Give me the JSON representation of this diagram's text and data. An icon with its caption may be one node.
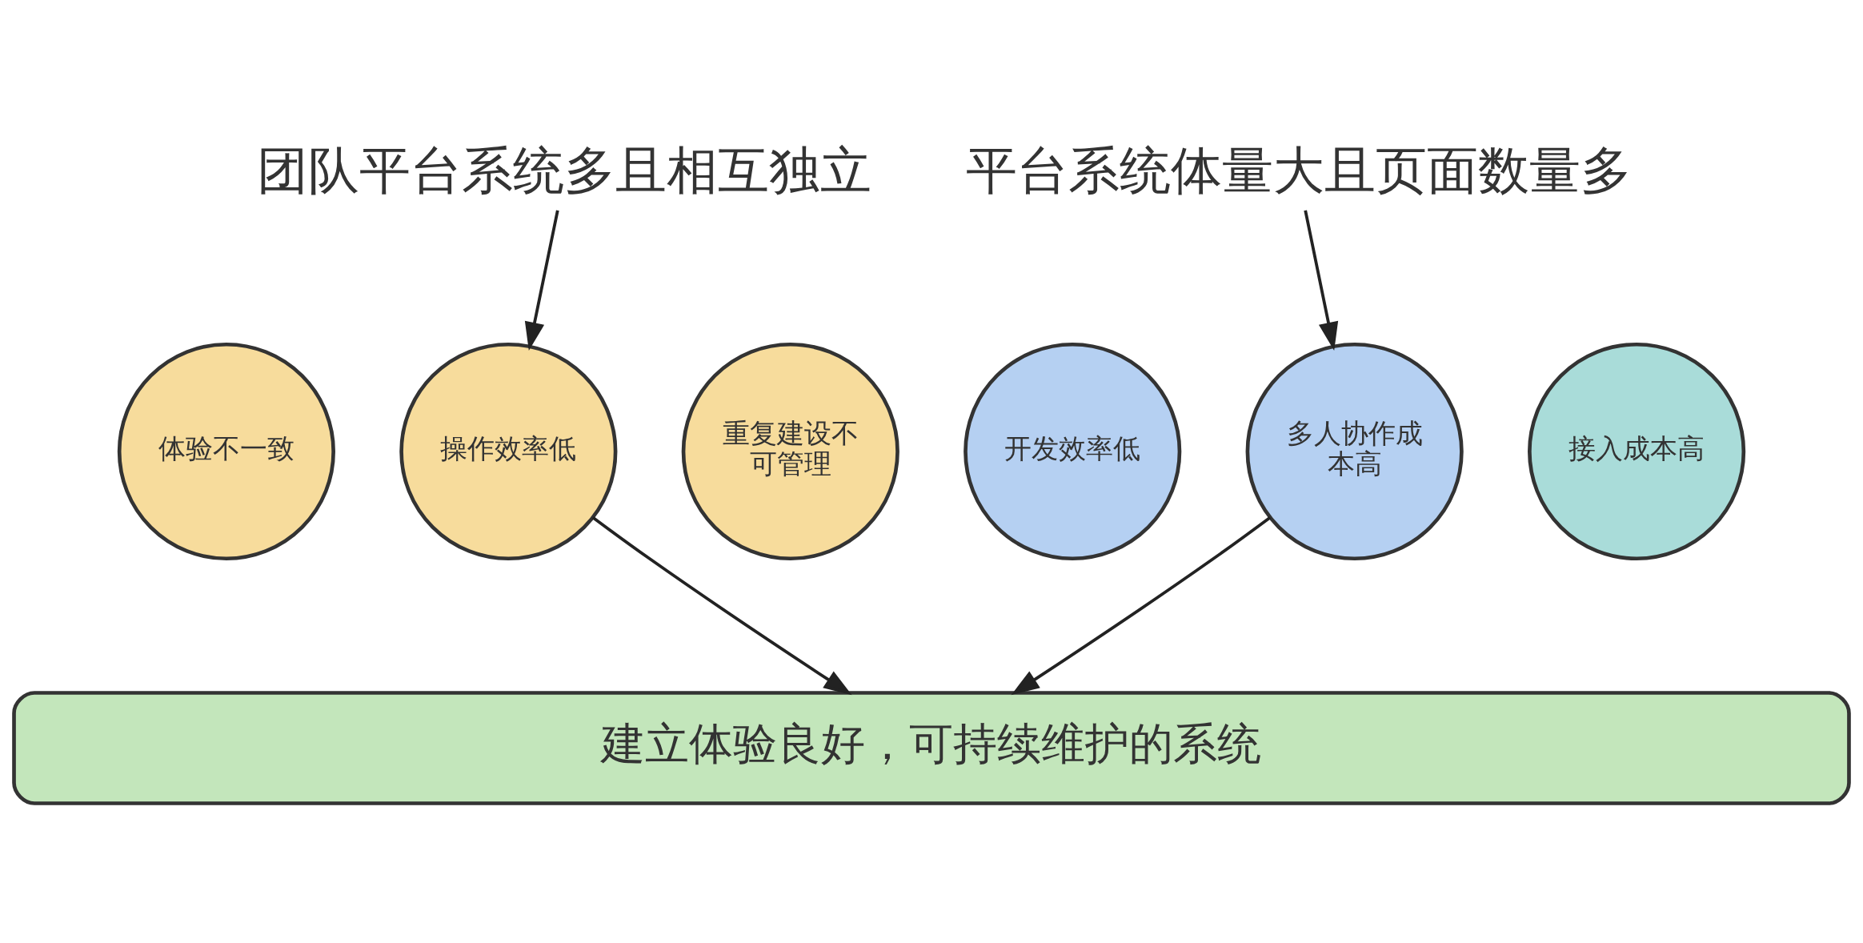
{
  "diagram": {
    "nodes": [
      {
        "text": [
          "团队平台系统多且相互独立"
        ]
      },
      {
        "text": [
          "平台系统体量大且页面数量多"
        ]
      },
      {
        "text": [
          "体验不一致"
        ]
      },
      {
        "text": [
          "操作效率低"
        ]
      },
      {
        "text": [
          "重复建设不可管理"
        ]
      },
      {
        "text": [
          "开发效率低"
        ]
      },
      {
        "text": [
          "多人协作成本高"
        ]
      },
      {
        "text": [
          "接入成本高"
        ]
      },
      {
        "text": [
          "建立体验良好，可持续维护的系统"
        ]
      }
    ],
    "edges": [
      {
        "from": 0,
        "to": 3,
        "arrow": "to"
      },
      {
        "from": 1,
        "to": 6,
        "arrow": "to"
      },
      {
        "from": 3,
        "to": 8,
        "arrow": "to"
      },
      {
        "from": 6,
        "to": 8,
        "arrow": "to"
      }
    ]
  }
}
